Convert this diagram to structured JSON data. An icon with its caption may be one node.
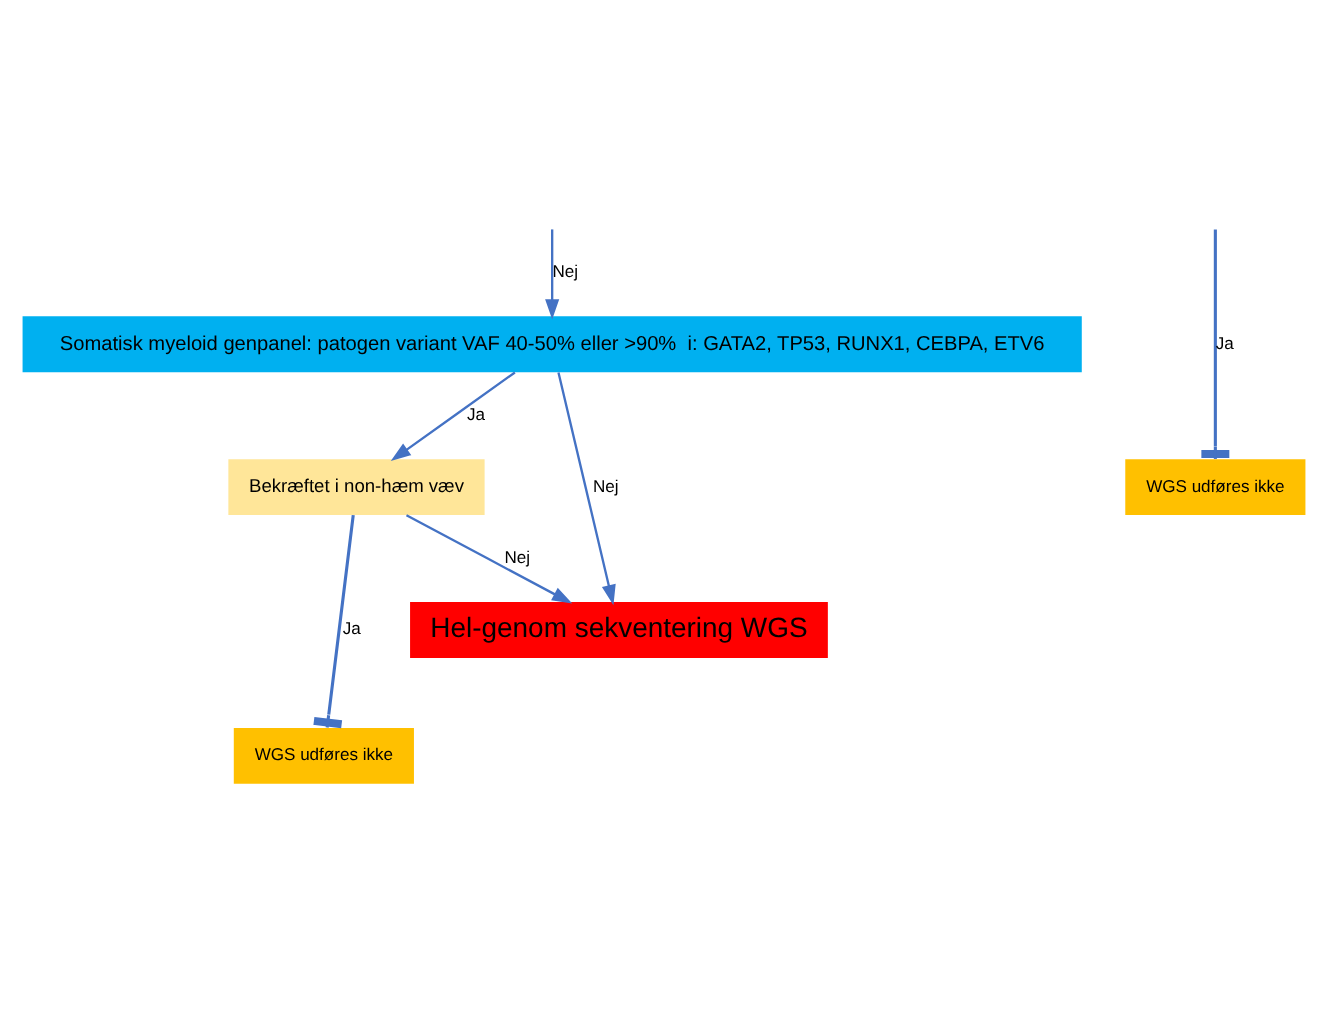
{
  "diagram": {
    "nodes": [
      {
        "text": [
          "WGS udføres ikke"
        ]
      },
      {
        "text": [
          "Somatisk myeloid genpanel: patogen variant VAF 40-50% eller >90%  i: GATA2, TP53, RUNX1, CEBPA, ETV6"
        ]
      },
      {
        "text": [
          "Bekræftet i non-hæm væv"
        ]
      },
      {
        "text": [
          "WGS udføres ikke"
        ]
      },
      {
        "text": [
          "Hel-genom sekventering WGS"
        ]
      }
    ],
    "edges": [
      {
        "from": null,
        "to": 1,
        "arrow": "to",
        "label": "Nej"
      },
      {
        "from": null,
        "to": 0,
        "arrow": "other",
        "label": "Ja"
      },
      {
        "from": 1,
        "to": 2,
        "arrow": "to",
        "label": "Ja"
      },
      {
        "from": 1,
        "to": 4,
        "arrow": "to",
        "label": "Nej"
      },
      {
        "from": 2,
        "to": 4,
        "arrow": "to",
        "label": "Nej"
      },
      {
        "from": 2,
        "to": 3,
        "arrow": "other",
        "label": "Ja"
      }
    ]
  }
}
